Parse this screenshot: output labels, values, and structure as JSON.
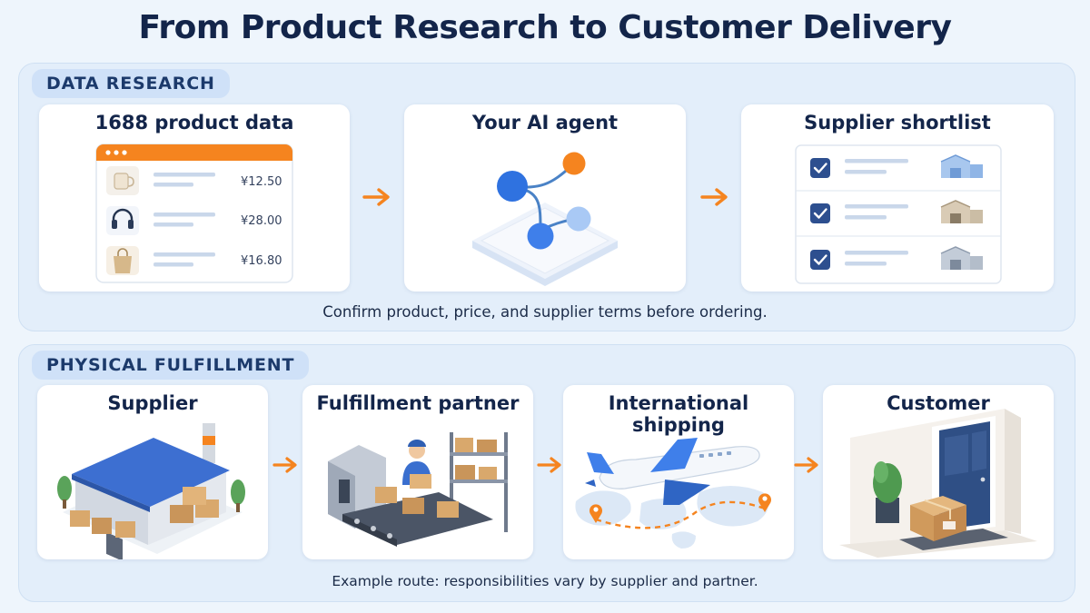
{
  "title": "From Product Research to Customer Delivery",
  "research": {
    "label": "DATA RESEARCH",
    "product_data": {
      "title": "1688 product data",
      "items": [
        {
          "icon": "mug-icon",
          "price": "¥12.50"
        },
        {
          "icon": "headphones-icon",
          "price": "¥28.00"
        },
        {
          "icon": "tote-bag-icon",
          "price": "¥16.80"
        }
      ]
    },
    "agent": {
      "title": "Your AI agent"
    },
    "shortlist": {
      "title": "Supplier shortlist",
      "rows": 3
    },
    "caption": "Confirm product, price, and supplier terms before ordering."
  },
  "fulfillment": {
    "label": "PHYSICAL FULFILLMENT",
    "steps": [
      {
        "title": "Supplier"
      },
      {
        "title": "Fulfillment partner"
      },
      {
        "title": "International shipping"
      },
      {
        "title": "Customer"
      }
    ],
    "caption": "Example route: responsibilities vary by supplier and partner."
  },
  "colors": {
    "accent": "#f5841f",
    "primary": "#3f7fea",
    "navy": "#13254a",
    "check": "#2d4f8f"
  }
}
